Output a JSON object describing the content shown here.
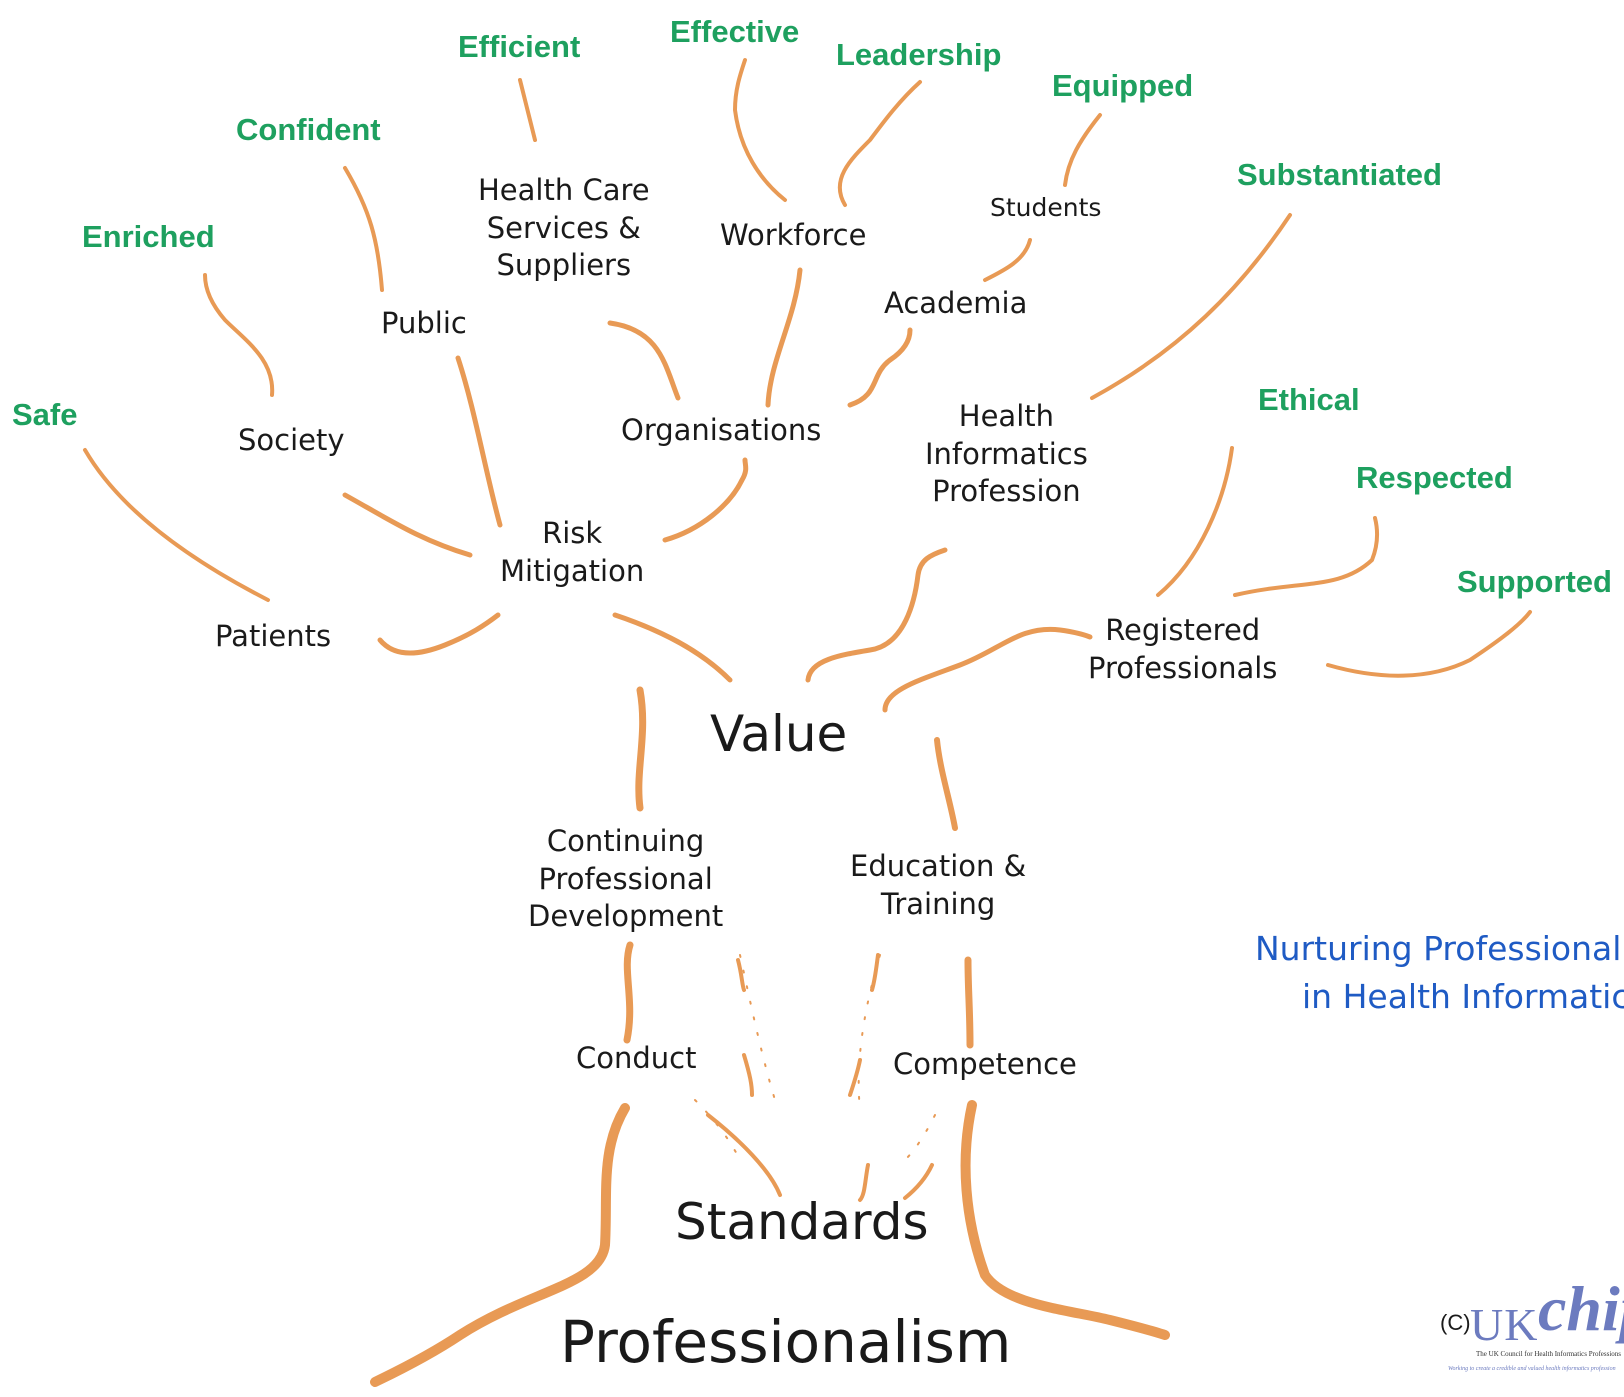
{
  "colors": {
    "branch": "#E89A55",
    "attribute": "#1EA05F",
    "caption": "#1F5BC4",
    "logo": "#6C7BBF"
  },
  "diagram": {
    "root": "Professionalism",
    "trunk": "Standards",
    "value": "Value",
    "lower_nodes": {
      "conduct": "Conduct",
      "competence": "Competence",
      "cpd": [
        "Continuing",
        "Professional",
        "Development"
      ],
      "education": [
        "Education &",
        "Training"
      ]
    },
    "value_nodes": {
      "risk": [
        "Risk",
        "Mitigation"
      ],
      "organisations": "Organisations",
      "hi_profession": [
        "Health",
        "Informatics",
        "Profession"
      ],
      "registered": [
        "Registered",
        "Professionals"
      ]
    },
    "stakeholders": {
      "patients": "Patients",
      "society": "Society",
      "public": "Public",
      "health_care": [
        "Health Care",
        "Services &",
        "Suppliers"
      ],
      "workforce": "Workforce",
      "academia": "Academia",
      "students": "Students"
    },
    "attributes": {
      "safe": "Safe",
      "enriched": "Enriched",
      "confident": "Confident",
      "efficient": "Efficient",
      "effective": "Effective",
      "leadership": "Leadership",
      "equipped": "Equipped",
      "substantiated": "Substantiated",
      "ethical": "Ethical",
      "respected": "Respected",
      "supported": "Supported"
    }
  },
  "caption": [
    "Nurturing Professionalism",
    "in Health Informatics"
  ],
  "logo": {
    "copyright": "(C)",
    "uk": "UK",
    "chip": "chip",
    "subtitle": "The UK Council for Health Informatics Professions",
    "tagline": "Working to create a credible and valued health informatics profession"
  }
}
